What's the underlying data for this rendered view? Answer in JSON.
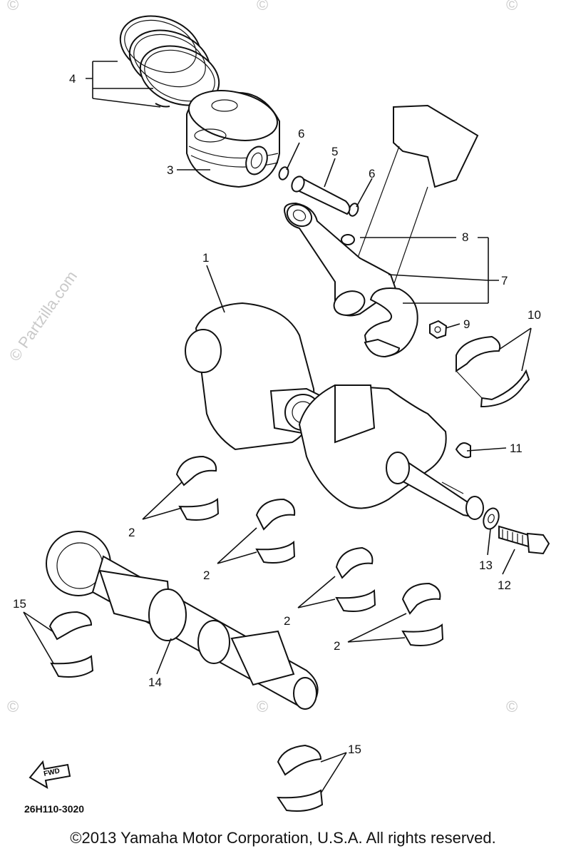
{
  "watermark": {
    "side": "© Partzilla.com",
    "small": "©"
  },
  "callouts": [
    "1",
    "2",
    "3",
    "4",
    "5",
    "6",
    "7",
    "8",
    "9",
    "10",
    "11",
    "12",
    "13",
    "14",
    "15"
  ],
  "labels": {
    "n1": "1",
    "n2a": "2",
    "n2b": "2",
    "n2c": "2",
    "n2d": "2",
    "n3": "3",
    "n4": "4",
    "n5": "5",
    "n6a": "6",
    "n6b": "6",
    "n7": "7",
    "n8": "8",
    "n9": "9",
    "n10": "10",
    "n11": "11",
    "n12": "12",
    "n13": "13",
    "n14": "14",
    "n15a": "15",
    "n15b": "15"
  },
  "fwd_label": "FWD",
  "diagram_code": "26H110-3020",
  "copyright": "©2013 Yamaha Motor Corporation, U.S.A. All rights reserved."
}
